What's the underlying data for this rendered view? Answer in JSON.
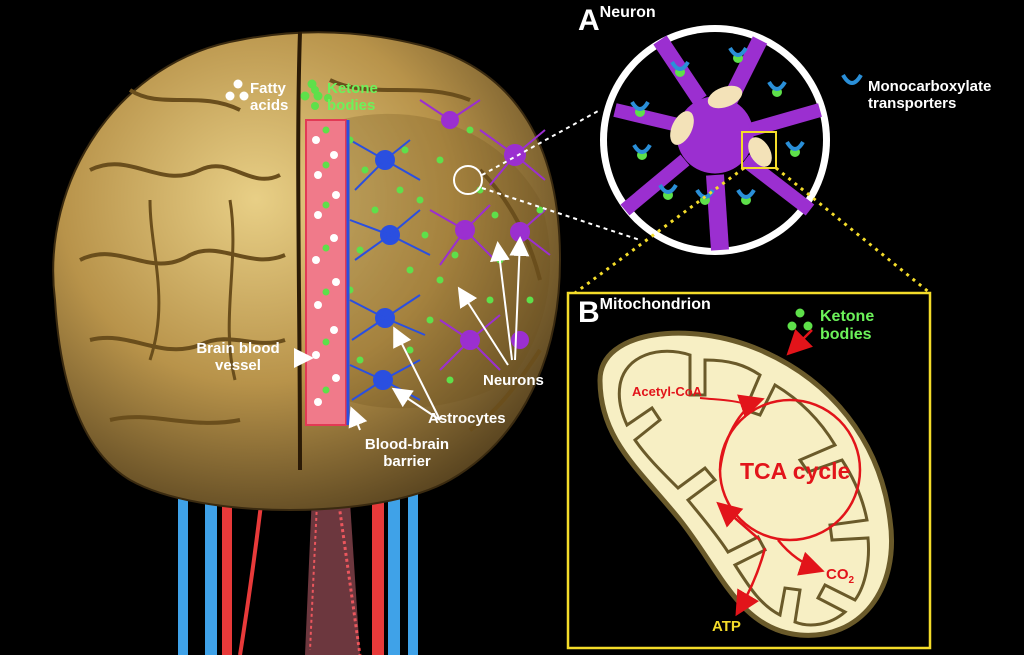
{
  "labels": {
    "fatty_acids": "Fatty acids",
    "ketone_bodies_top": "Ketone bodies",
    "brain_blood_vessel": "Brain blood vessel",
    "neurons": "Neurons",
    "astrocytes": "Astrocytes",
    "blood_brain_barrier": "Blood-brain barrier"
  },
  "panel_a": {
    "letter": "A",
    "title": "Neuron",
    "transporter_label": "Monocarboxylate transporters"
  },
  "panel_b": {
    "letter": "B",
    "title": "Mitochondrion",
    "ketone_label": "Ketone bodies",
    "acetyl": "Acetyl-CoA",
    "cycle": "TCA cycle",
    "co2_main": "CO",
    "co2_sub": "2",
    "atp": "ATP"
  },
  "colors": {
    "brain": "#c9a85c",
    "neuron": "#9b2fd0",
    "astrocyte": "#2a4fe0",
    "ketone": "#5ee04a",
    "vessel": "#f07a8a",
    "mito_fill": "#f7efc4",
    "mito_outline": "#6a5a2a",
    "tca": "#e2141a",
    "panel_border": "#e8d84a",
    "transporter": "#2a8fd8"
  }
}
